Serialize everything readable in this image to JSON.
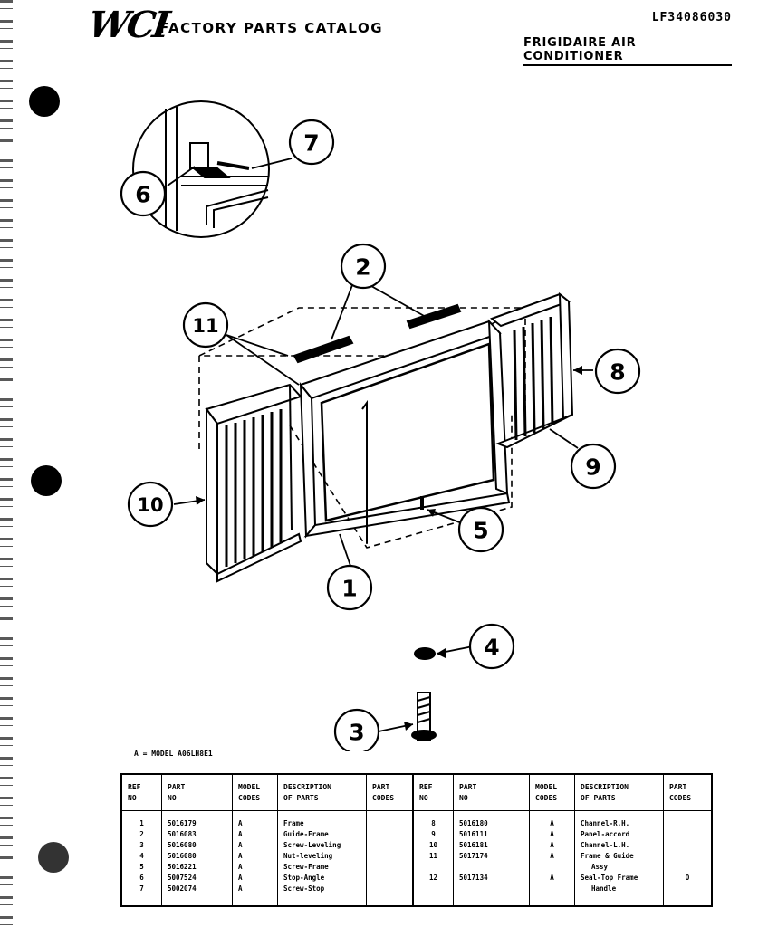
{
  "header": {
    "logo_text": "WCI",
    "catalog_title": "FACTORY PARTS CATALOG",
    "doc_code": "LF34086030",
    "product": "FRIGIDAIRE AIR CONDITIONER"
  },
  "callouts": [
    "1",
    "2",
    "3",
    "4",
    "5",
    "6",
    "7",
    "8",
    "9",
    "10",
    "11"
  ],
  "model_note": "A = MODEL A06LH8E1",
  "table": {
    "headers": {
      "ref_no": "REF\nNO",
      "part_no": "PART\nNO",
      "model_codes": "MODEL\nCODES",
      "description": "DESCRIPTION\nOF PARTS",
      "part_codes": "PART\nCODES"
    },
    "left": [
      {
        "ref": "1",
        "part": "5016179",
        "model": "A",
        "desc": "Frame",
        "code": ""
      },
      {
        "ref": "2",
        "part": "5016083",
        "model": "A",
        "desc": "Guide-Frame",
        "code": ""
      },
      {
        "ref": "3",
        "part": "5016080",
        "model": "A",
        "desc": "Screw-Leveling",
        "code": ""
      },
      {
        "ref": "4",
        "part": "5016080",
        "model": "A",
        "desc": "Nut-leveling",
        "code": ""
      },
      {
        "ref": "5",
        "part": "5016221",
        "model": "A",
        "desc": "Screw-Frame",
        "code": ""
      },
      {
        "ref": "6",
        "part": "5007524",
        "model": "A",
        "desc": "Stop-Angle",
        "code": ""
      },
      {
        "ref": "7",
        "part": "5002074",
        "model": "A",
        "desc": "Screw-Stop",
        "code": ""
      }
    ],
    "right": [
      {
        "ref": "8",
        "part": "5016180",
        "model": "A",
        "desc": "Channel-R.H.",
        "code": ""
      },
      {
        "ref": "9",
        "part": "5016111",
        "model": "A",
        "desc": "Panel-accord",
        "code": ""
      },
      {
        "ref": "10",
        "part": "5016181",
        "model": "A",
        "desc": "Channel-L.H.",
        "code": ""
      },
      {
        "ref": "11",
        "part": "5017174",
        "model": "A",
        "desc": "Frame & Guide",
        "code": ""
      },
      {
        "ref": "",
        "part": "",
        "model": "",
        "desc": "Assy",
        "code": ""
      },
      {
        "ref": "12",
        "part": "5017134",
        "model": "A",
        "desc": "Seal-Top Frame",
        "code": "O"
      },
      {
        "ref": "",
        "part": "",
        "model": "",
        "desc": "Handle",
        "code": ""
      }
    ]
  }
}
